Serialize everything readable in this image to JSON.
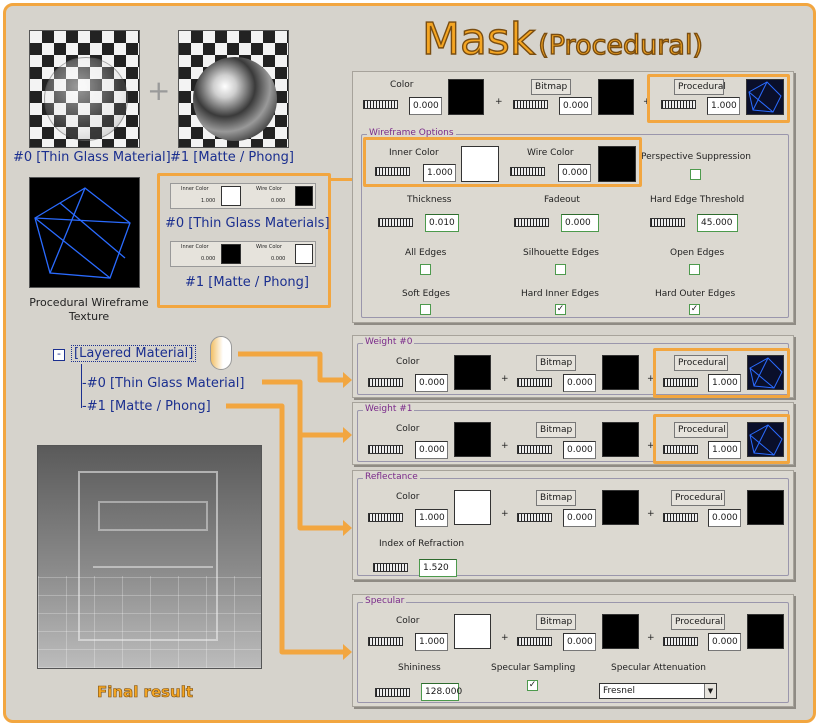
{
  "title": {
    "main": "Mask",
    "paren": "(Procedural)"
  },
  "left": {
    "plus_sign": "+",
    "cap0": "#0 [Thin Glass Material]",
    "cap1": "#1 [Matte / Phong]",
    "wire_caption": "Procedural Wireframe Texture",
    "mini_cap0": "#0 [Thin Glass Materials]",
    "mini_cap1": "#1 [Matte / Phong]",
    "mini": {
      "inner": "Inner Color",
      "wire": "Wire Color",
      "v1": "1.000",
      "v2": "0.000"
    },
    "final": "Final result"
  },
  "tree": {
    "collapse": "-",
    "root": "[Layered Material]",
    "child0": "-#0 [Thin Glass Material]",
    "child1": "-#1 [Matte / Phong]"
  },
  "mask_panel": {
    "color_label": "Color",
    "color_value": "0.000",
    "bitmap_label": "Bitmap",
    "bitmap_value": "0.000",
    "procedural_label": "Procedural",
    "procedural_value": "1.000",
    "plus": "+"
  },
  "wireframe": {
    "group_label": "Wireframe Options",
    "inner_color_label": "Inner Color",
    "inner_color_value": "1.000",
    "wire_color_label": "Wire Color",
    "wire_color_value": "0.000",
    "perspective_label": "Perspective Suppression",
    "thickness_label": "Thickness",
    "thickness_value": "0.010",
    "fadeout_label": "Fadeout",
    "fadeout_value": "0.000",
    "hard_edge_label": "Hard Edge Threshold",
    "hard_edge_value": "45.000",
    "all_edges": "All Edges",
    "silhouette_edges": "Silhouette Edges",
    "open_edges": "Open Edges",
    "soft_edges": "Soft Edges",
    "hard_inner_edges": "Hard Inner Edges",
    "hard_outer_edges": "Hard Outer Edges",
    "check_mark": "✓"
  },
  "weight0": {
    "group_label": "Weight #0",
    "color_label": "Color",
    "color_value": "0.000",
    "bitmap_label": "Bitmap",
    "bitmap_value": "0.000",
    "procedural_label": "Procedural",
    "procedural_value": "1.000"
  },
  "weight1": {
    "group_label": "Weight #1",
    "color_label": "Color",
    "color_value": "0.000",
    "bitmap_label": "Bitmap",
    "bitmap_value": "0.000",
    "procedural_label": "Procedural",
    "procedural_value": "1.000"
  },
  "reflectance": {
    "group_label": "Reflectance",
    "color_label": "Color",
    "color_value": "1.000",
    "bitmap_label": "Bitmap",
    "bitmap_value": "0.000",
    "procedural_label": "Procedural",
    "procedural_value": "0.000",
    "ior_label": "Index of Refraction",
    "ior_value": "1.520"
  },
  "specular": {
    "group_label": "Specular",
    "color_label": "Color",
    "color_value": "1.000",
    "bitmap_label": "Bitmap",
    "bitmap_value": "0.000",
    "procedural_label": "Procedural",
    "procedural_value": "0.000",
    "shininess_label": "Shininess",
    "shininess_value": "128.000",
    "sampling_label": "Specular Sampling",
    "attenuation_label": "Specular Attenuation",
    "attenuation_value": "Fresnel"
  },
  "colors": {
    "accent": "#f2a640",
    "caption_blue": "#1b2f8f",
    "group_label": "#7a2a8a",
    "panel": "#dcd9d1",
    "background": "#d6d3cc"
  }
}
